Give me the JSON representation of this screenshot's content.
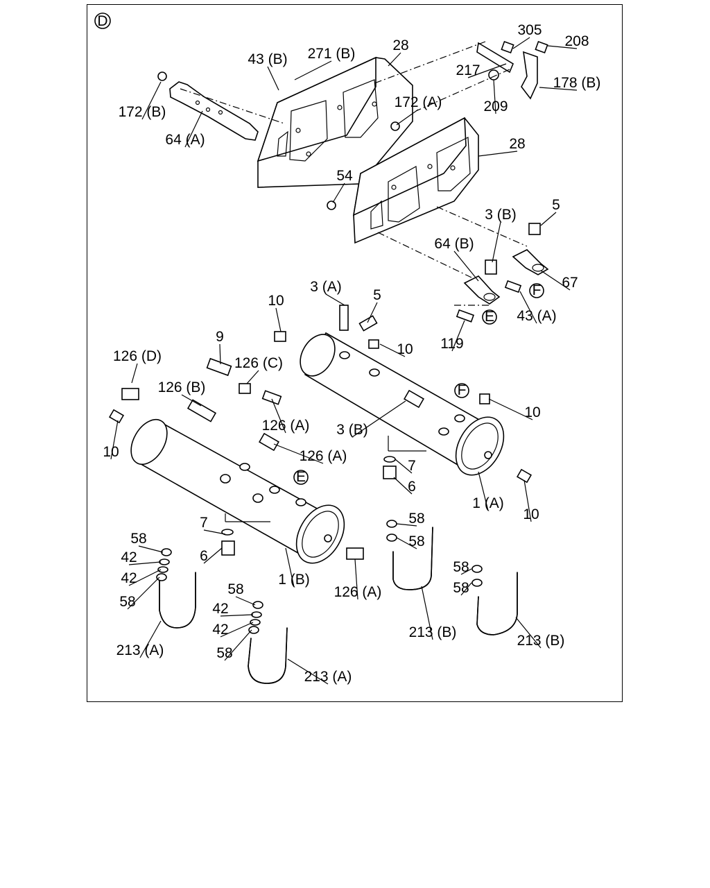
{
  "view_marker": "D",
  "ref_markers": [
    "E",
    "F"
  ],
  "labels": [
    "305",
    "208",
    "217",
    "178 (B)",
    "209",
    "28",
    "271 (B)",
    "43 (B)",
    "172 (B)",
    "64 (A)",
    "172 (A)",
    "28",
    "54",
    "3 (B)",
    "5",
    "64 (B)",
    "67",
    "43 (A)",
    "119",
    "3 (A)",
    "5",
    "10",
    "10",
    "9",
    "126 (D)",
    "126 (C)",
    "126 (B)",
    "126 (A)",
    "126 (A)",
    "3 (B)",
    "10",
    "7",
    "6",
    "1 (A)",
    "10",
    "10",
    "7",
    "6",
    "1 (B)",
    "126 (A)",
    "58",
    "42",
    "42",
    "58",
    "213 (A)",
    "58",
    "42",
    "42",
    "58",
    "213 (A)",
    "58",
    "58",
    "213 (B)",
    "58",
    "58",
    "213 (B)"
  ]
}
